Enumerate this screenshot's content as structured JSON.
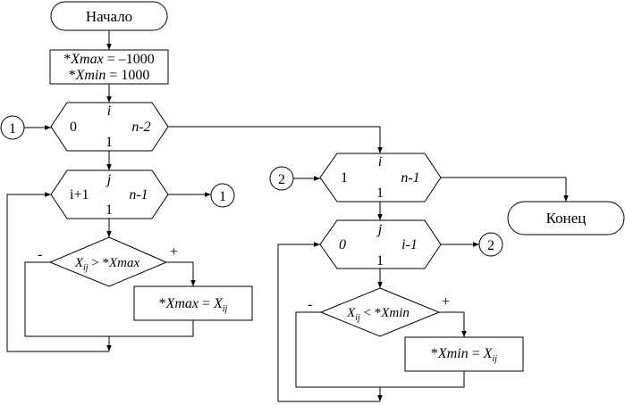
{
  "start": {
    "label": "Начало"
  },
  "init": {
    "line1_prefix": "*",
    "line1_var": "Xmax",
    "line1_rest": " = –1000",
    "line2_prefix": "*",
    "line2_var": "Xmin",
    "line2_rest": " = 1000"
  },
  "loop_i_max": {
    "var": "i",
    "from": "0",
    "to": "n-2",
    "step": "1"
  },
  "loop_j_max": {
    "var": "j",
    "from": "i+1",
    "to": "n-1",
    "step": "1"
  },
  "cond_max": {
    "x": "X",
    "sub": "ij",
    "op": " > *",
    "var": "Xmax",
    "no": "-",
    "yes": "+"
  },
  "assign_max": {
    "prefix": "*",
    "var": "Xmax",
    "eq": " = ",
    "x": "X",
    "sub": "ij"
  },
  "loop_i_min": {
    "var": "i",
    "from": "1",
    "to": "n-1",
    "step": "1"
  },
  "loop_j_min": {
    "var": "j",
    "from": "0",
    "to": "i-1",
    "step": "1"
  },
  "cond_min": {
    "x": "X",
    "sub": "ij",
    "op": " < *",
    "var": "Xmin",
    "no": "-",
    "yes": "+"
  },
  "assign_min": {
    "prefix": "*",
    "var": "Xmin",
    "eq": " = ",
    "x": "X",
    "sub": "ij"
  },
  "end": {
    "label": "Конец"
  },
  "connectors": {
    "c1_in": "1",
    "c1_out": "1",
    "c2_in": "2",
    "c2_out": "2"
  }
}
